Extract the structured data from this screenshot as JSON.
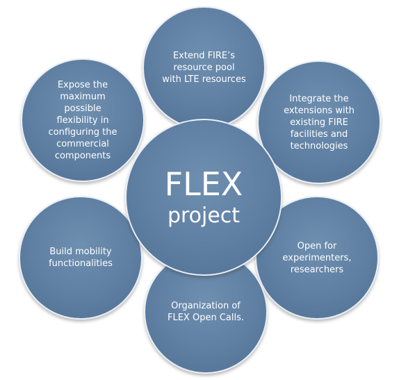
{
  "center": {
    "title": "FLEX",
    "subtitle": "project"
  },
  "goals": {
    "top": "Extend FIRE’s\nresource pool\nwith LTE resources",
    "top_right": "Integrate the\nextensions with\nexisting FIRE\nfacilities and\ntechnologies",
    "right": "Open for\nexperimenters,\nresearchers",
    "bottom": "Organization of\nFLEX Open Calls.",
    "left": "Build mobility\nfunctionalities",
    "top_left": "Expose the\nmaximum possible\nflexibility in\nconfiguring the\ncommercial\ncomponents"
  },
  "colors": {
    "circle_fill": "#5e7fa2",
    "circle_border": "#e8eef5",
    "text": "#ffffff"
  }
}
